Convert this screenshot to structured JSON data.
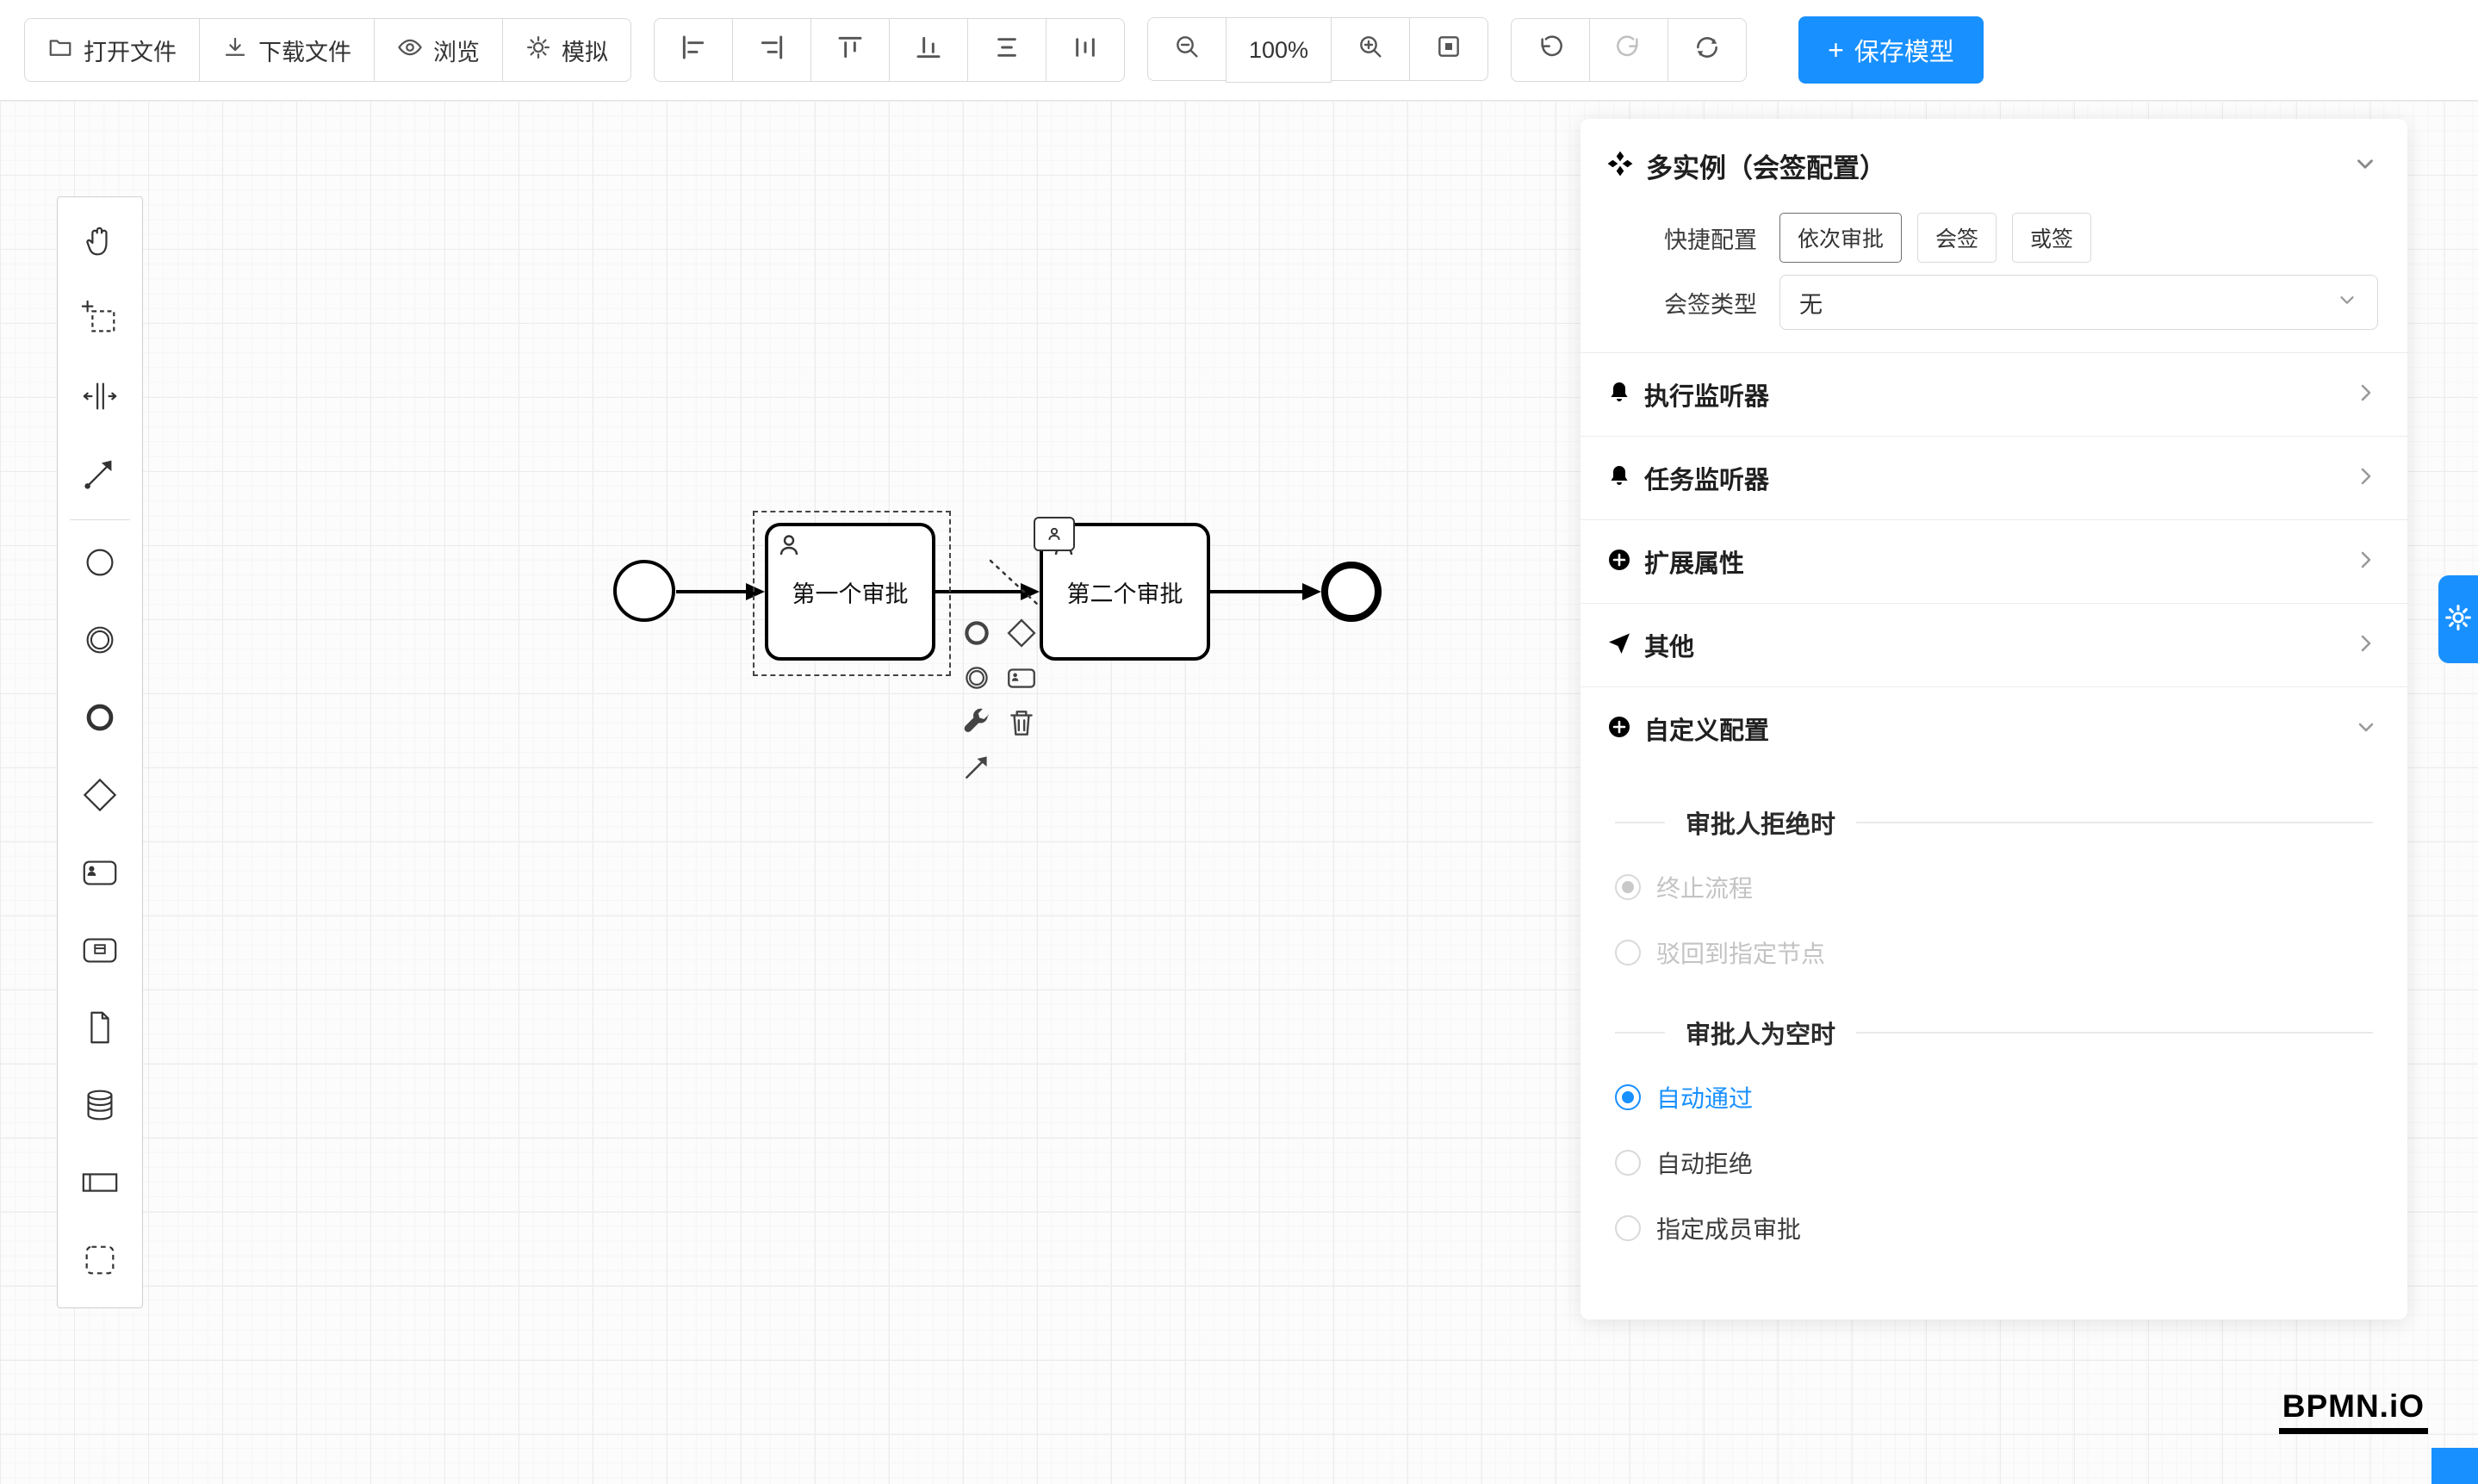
{
  "colors": {
    "accent": "#1890ff"
  },
  "icons": {
    "plus": "+"
  },
  "toolbar": {
    "open_file": "打开文件",
    "download_file": "下载文件",
    "preview": "浏览",
    "simulate": "模拟",
    "zoom_level": "100%",
    "save_model": "保存模型"
  },
  "canvas": {
    "tasks": [
      {
        "label": "第一个审批",
        "selected": true
      },
      {
        "label": "第二个审批",
        "selected": false
      }
    ]
  },
  "panel": {
    "title": "多实例（会签配置）",
    "quick_config": {
      "label": "快捷配置",
      "options": [
        "依次审批",
        "会签",
        "或签"
      ]
    },
    "sign_type": {
      "label": "会签类型",
      "value": "无"
    },
    "sections": [
      {
        "label": "执行监听器"
      },
      {
        "label": "任务监听器"
      },
      {
        "label": "扩展属性"
      },
      {
        "label": "其他"
      },
      {
        "label": "自定义配置"
      }
    ],
    "custom": {
      "reject_group": {
        "title": "审批人拒绝时",
        "options": [
          {
            "label": "终止流程",
            "selected": true,
            "disabled": true
          },
          {
            "label": "驳回到指定节点",
            "selected": false,
            "disabled": true
          }
        ]
      },
      "empty_group": {
        "title": "审批人为空时",
        "options": [
          {
            "label": "自动通过",
            "selected": true,
            "disabled": false
          },
          {
            "label": "自动拒绝",
            "selected": false,
            "disabled": false
          },
          {
            "label": "指定成员审批",
            "selected": false,
            "disabled": false
          }
        ]
      }
    }
  },
  "logo": "BPMN.iO"
}
